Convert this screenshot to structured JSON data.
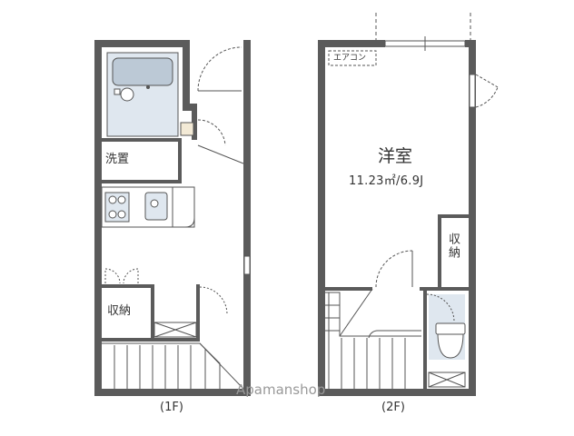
{
  "floor_1": {
    "label": "(1F)",
    "rooms": {
      "washroom": "洗置",
      "closet": "収納"
    }
  },
  "floor_2": {
    "label": "(2F)",
    "rooms": {
      "western_room": "洋室",
      "western_room_size": "11.23㎡/6.9J",
      "air_conditioner": "エアコン",
      "closet": "収納"
    }
  },
  "watermark": "Apamanshop",
  "colors": {
    "wall": "#5b5b5b",
    "fixture": "#bcc9d6",
    "fixture_light": "#dfe7ef",
    "line": "#555555"
  }
}
